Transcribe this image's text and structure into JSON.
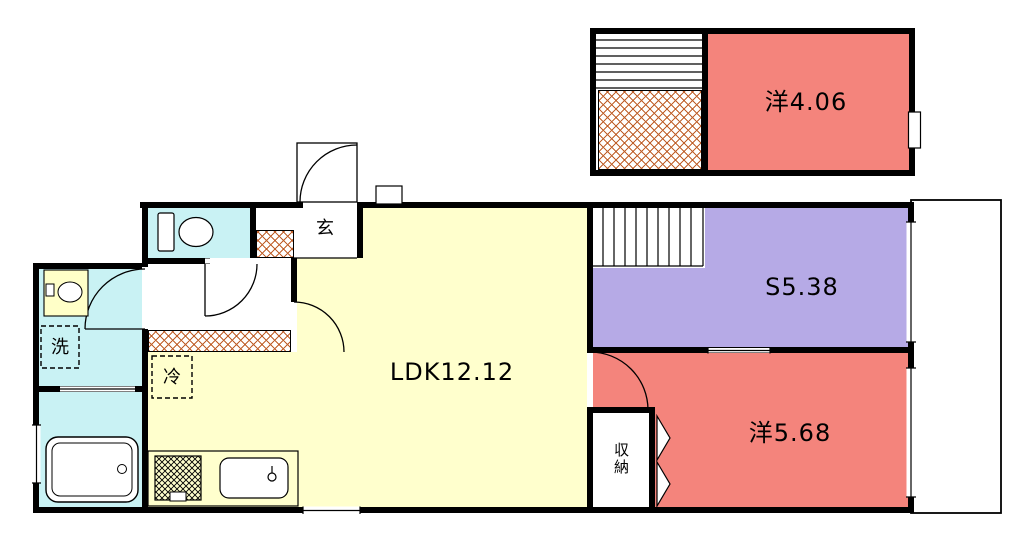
{
  "floorplan": {
    "type": "apartment-floor-plan",
    "colors": {
      "bedroom": "#f4847c",
      "service_room": "#b6aae6",
      "ldk": "#ffffcd",
      "wet_area": "#c9f2f4",
      "hatch": "#bf5f2a",
      "wall": "#000000",
      "basin": "#ffffc8"
    },
    "rooms": {
      "upper_bedroom": {
        "label": "洋4.06"
      },
      "ldk": {
        "label": "LDK12.12"
      },
      "service_room": {
        "label": "S5.38"
      },
      "bedroom": {
        "label": "洋5.68"
      },
      "entrance": {
        "label": "玄"
      },
      "washer": {
        "label": "洗"
      },
      "fridge": {
        "label": "冷"
      },
      "closet": {
        "label": "収納"
      }
    }
  }
}
